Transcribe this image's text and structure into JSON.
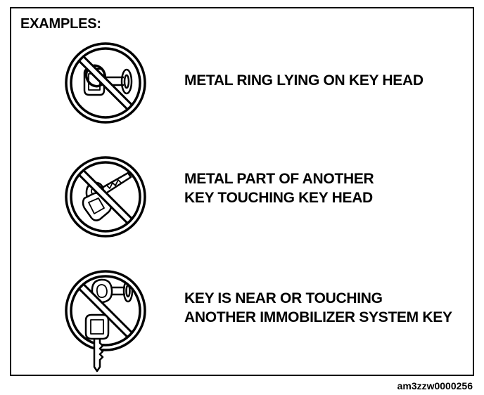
{
  "title": "EXAMPLES:",
  "examples": [
    {
      "icon": "no-metal-ring-on-key-icon",
      "lines": [
        "METAL RING LYING ON KEY HEAD"
      ]
    },
    {
      "icon": "no-other-key-touching-icon",
      "lines": [
        "METAL PART OF ANOTHER",
        "KEY TOUCHING KEY HEAD"
      ]
    },
    {
      "icon": "no-immobilizer-key-nearby-icon",
      "lines": [
        "KEY IS NEAR OR TOUCHING",
        "ANOTHER IMMOBILIZER SYSTEM KEY"
      ]
    }
  ],
  "caption": "am3zzw0000256",
  "colors": {
    "ink": "#000000",
    "background": "#ffffff"
  }
}
